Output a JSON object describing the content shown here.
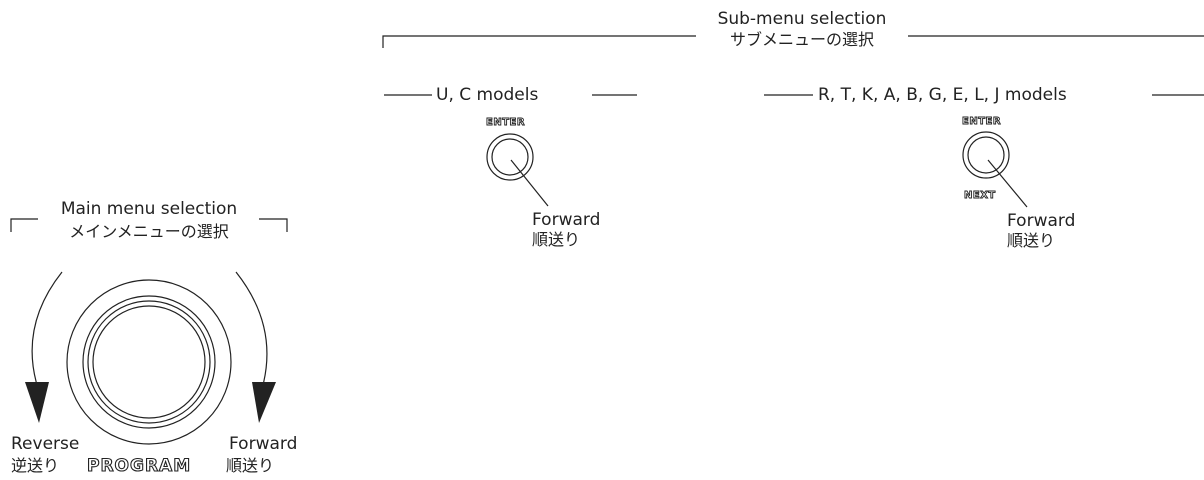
{
  "sub_menu": {
    "title": "Sub-menu selection",
    "title_jp": "サブメニューの選択"
  },
  "uc_models": {
    "label": "U, C models",
    "button_label": "ENTER",
    "forward": "Forward",
    "forward_jp": "順送り"
  },
  "other_models": {
    "label": "R, T, K, A, B, G, E, L, J models",
    "button_label_top": "ENTER",
    "button_label_bottom": "NEXT",
    "forward": "Forward",
    "forward_jp": "順送り"
  },
  "main_menu": {
    "title": "Main menu selection",
    "title_jp": "メインメニューの選択",
    "reverse": "Reverse",
    "reverse_jp": "逆送り",
    "forward": "Forward",
    "forward_jp": "順送り",
    "knob_label": "PROGRAM"
  }
}
